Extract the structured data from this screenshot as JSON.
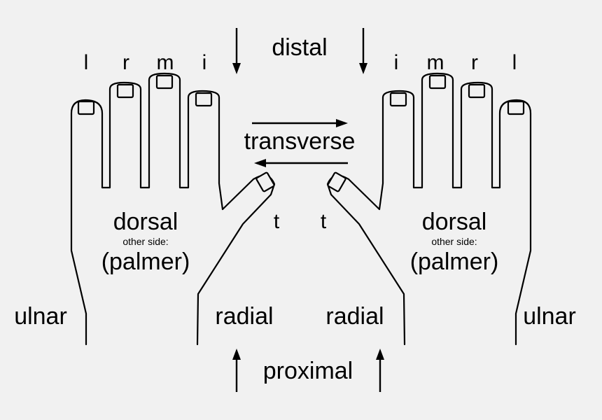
{
  "directions": {
    "distal": "distal",
    "proximal": "proximal",
    "transverse": "transverse"
  },
  "left_hand": {
    "fingers": [
      "l",
      "r",
      "m",
      "i"
    ],
    "thumb": "t",
    "surface": "dorsal",
    "other_side_note": "other side:",
    "other_surface": "(palmer)",
    "ulnar_label": "ulnar",
    "radial_label": "radial"
  },
  "right_hand": {
    "fingers": [
      "i",
      "m",
      "r",
      "l"
    ],
    "thumb": "t",
    "surface": "dorsal",
    "other_side_note": "other side:",
    "other_surface": "(palmer)",
    "ulnar_label": "ulnar",
    "radial_label": "radial"
  },
  "colors": {
    "background": "#f1f1f1",
    "ink": "#000000"
  }
}
